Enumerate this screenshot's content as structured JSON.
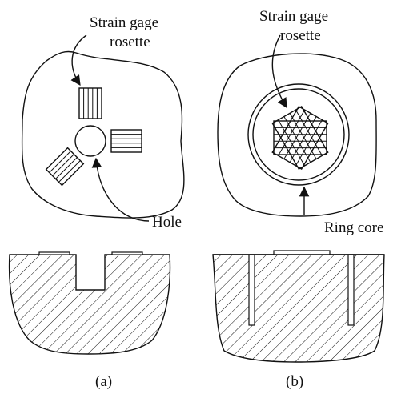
{
  "panel_a": {
    "rosette_label_line1": "Strain gage",
    "rosette_label_line2": "rosette",
    "hole_label": "Hole",
    "caption": "(a)"
  },
  "panel_b": {
    "rosette_label_line1": "Strain gage",
    "rosette_label_line2": "rosette",
    "ring_core_label": "Ring core",
    "caption": "(b)"
  }
}
